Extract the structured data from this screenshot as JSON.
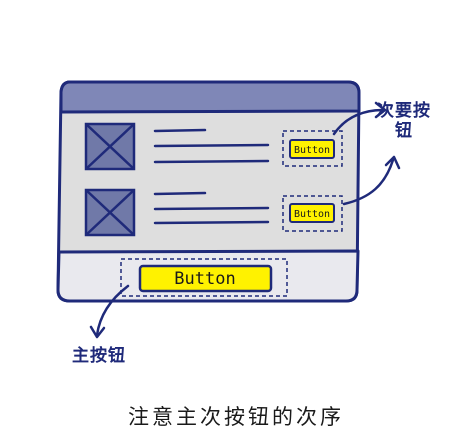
{
  "diagram": {
    "caption": "注意主次按钮的次序",
    "secondary_button_label": "Button",
    "primary_button_label": "Button",
    "secondary_annotation": "次要按钮",
    "primary_annotation": "主按钮",
    "colors": {
      "ink": "#1f2a7a",
      "titlebar": "#7f87b7",
      "window_body": "#dedede",
      "footer": "#e9e9ee",
      "button_fill": "#fff200",
      "image_placeholder": "#7079a8"
    },
    "icons": [
      "image-placeholder-icon",
      "arrow-icon"
    ]
  }
}
